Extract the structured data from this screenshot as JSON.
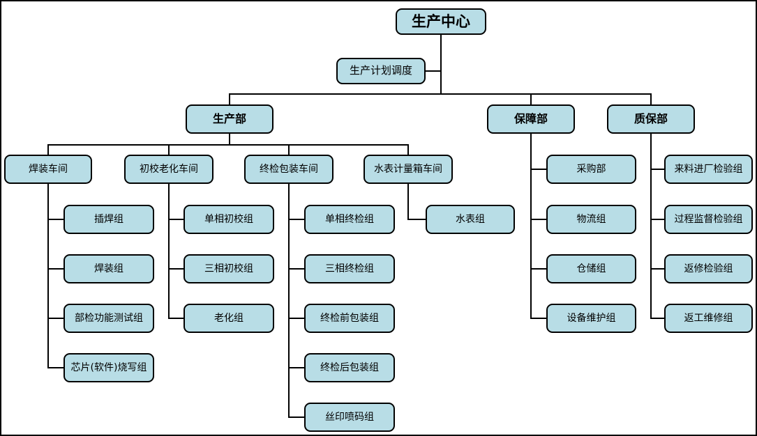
{
  "diagram": {
    "type": "org-chart",
    "colors": {
      "node_fill": "#b8dde6",
      "node_border": "#000000",
      "connector": "#000000",
      "background": "#ffffff"
    }
  },
  "org": {
    "root": {
      "label": "生产中心"
    },
    "planning": {
      "label": "生产计划调度"
    },
    "departments": [
      {
        "label": "生产部",
        "children": [
          {
            "label": "焊装车间",
            "children": [
              {
                "label": "插焊组"
              },
              {
                "label": "焊装组"
              },
              {
                "label": "部检功能测试组"
              },
              {
                "label": "芯片(软件)烧写组"
              }
            ]
          },
          {
            "label": "初校老化车间",
            "children": [
              {
                "label": "单相初校组"
              },
              {
                "label": "三相初校组"
              },
              {
                "label": "老化组"
              }
            ]
          },
          {
            "label": "终检包装车间",
            "children": [
              {
                "label": "单相终检组"
              },
              {
                "label": "三相终检组"
              },
              {
                "label": "终检前包装组"
              },
              {
                "label": "终检后包装组"
              },
              {
                "label": "丝印喷码组"
              }
            ]
          },
          {
            "label": "水表计量箱车间",
            "children": [
              {
                "label": "水表组"
              }
            ]
          }
        ]
      },
      {
        "label": "保障部",
        "children": [
          {
            "label": "采购部"
          },
          {
            "label": "物流组"
          },
          {
            "label": "仓储组"
          },
          {
            "label": "设备维护组"
          }
        ]
      },
      {
        "label": "质保部",
        "children": [
          {
            "label": "来料进厂检验组"
          },
          {
            "label": "过程监督检验组"
          },
          {
            "label": "返修检验组"
          },
          {
            "label": "返工维修组"
          }
        ]
      }
    ]
  }
}
